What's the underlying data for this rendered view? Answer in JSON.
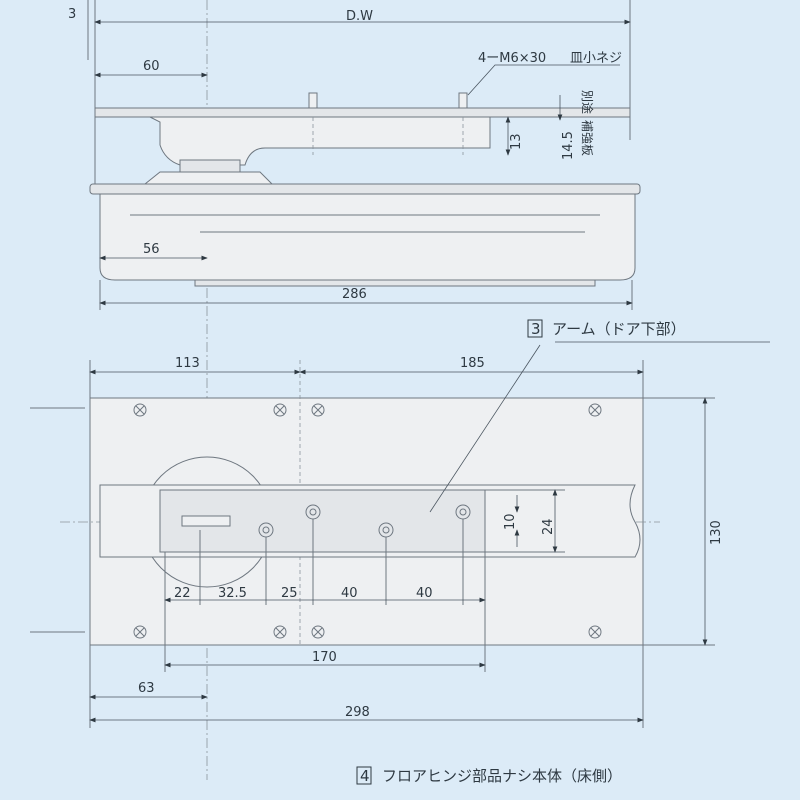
{
  "side_view": {
    "dim_offset": "3",
    "dim_door_width": "D.W",
    "dim_60": "60",
    "screw_spec": "4ーM6×30",
    "screw_type": "皿小ネジ",
    "door_label": "別途",
    "reinforcement_label": "補強板",
    "dim_14_5": "14.5",
    "dim_13": "13",
    "dim_56": "56",
    "dim_286": "286"
  },
  "arm_caption": {
    "number": "3",
    "text": "アーム（ドア下部）"
  },
  "plan_view": {
    "dim_113": "113",
    "dim_185": "185",
    "dim_130": "130",
    "dim_24": "24",
    "dim_10": "10",
    "dim_22": "22",
    "dim_32_5": "32.5",
    "dim_25": "25",
    "dim_40a": "40",
    "dim_40b": "40",
    "dim_170": "170",
    "dim_63": "63",
    "dim_298": "298"
  },
  "body_caption": {
    "number": "4",
    "text": "フロアヒンジ部品ナシ本体（床側）"
  }
}
